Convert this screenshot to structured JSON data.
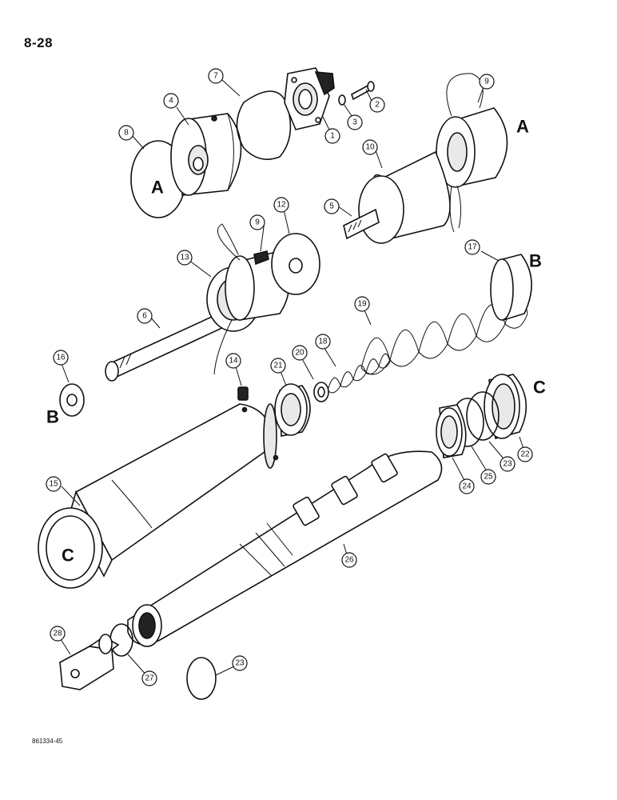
{
  "page": {
    "number": "8-28",
    "drawing_number": "861334-45"
  },
  "reference_letters": {
    "A": "A",
    "B": "B",
    "C": "C"
  },
  "callouts": {
    "c1": "1",
    "c2": "2",
    "c3": "3",
    "c4": "4",
    "c5": "5",
    "c6": "6",
    "c7": "7",
    "c8": "8",
    "c9a": "9",
    "c9b": "9",
    "c10": "10",
    "c12": "12",
    "c13": "13",
    "c14": "14",
    "c15": "15",
    "c16": "16",
    "c17": "17",
    "c18": "18",
    "c19": "19",
    "c20": "20",
    "c21": "21",
    "c22": "22",
    "c23a": "23",
    "c23b": "23",
    "c24": "24",
    "c25": "25",
    "c26": "26",
    "c27": "27",
    "c28": "28"
  }
}
